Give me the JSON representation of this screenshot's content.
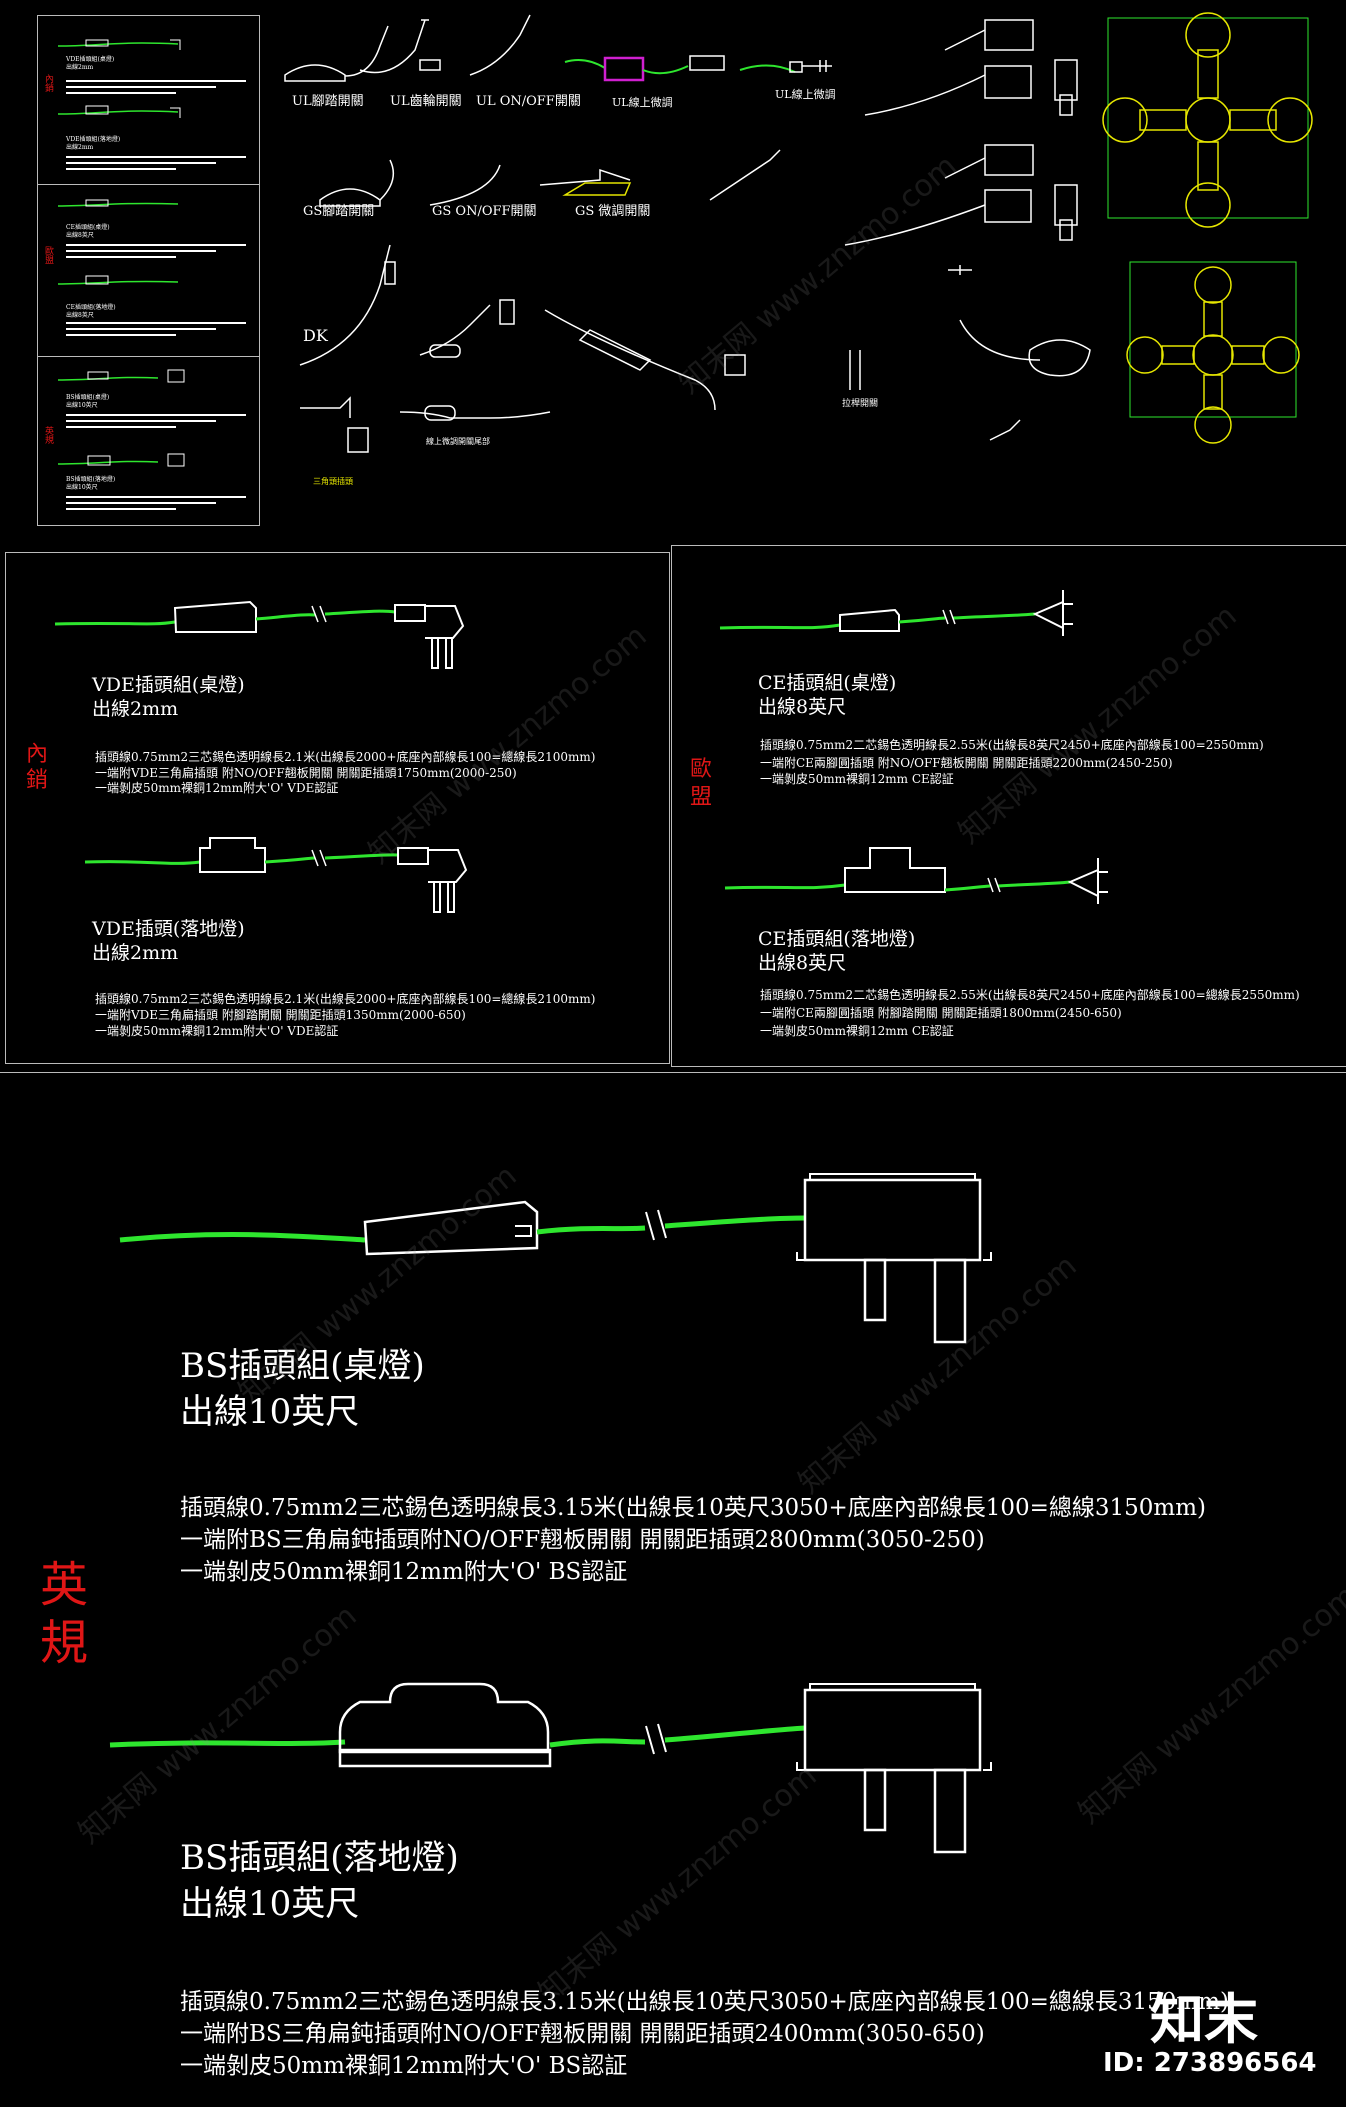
{
  "top_left_panel": {
    "sections": [
      {
        "tag": "內銷",
        "label1": "VDE插頭組(桌燈)",
        "label1b": "出線2mm",
        "label2": "VDE插頭組(落地燈)",
        "label2b": "出線2mm"
      },
      {
        "tag": "歐盟",
        "label1": "CE插頭組(桌燈)",
        "label1b": "出線8英尺",
        "label2": "CE插頭組(落地燈)",
        "label2b": "出線8英尺"
      },
      {
        "tag": "英規",
        "label1": "BS插頭組(桌燈)",
        "label1b": "出線10英尺",
        "label2": "BS插頭組(落地燈)",
        "label2b": "出線10英尺"
      }
    ]
  },
  "top_symbols": {
    "ul_labels": [
      "UL腳踏開關",
      "UL齒輪開關",
      "UL ON/OFF開關",
      "UL線上微調",
      "UL線上微調"
    ],
    "gs_labels": [
      "GS腳踏開關",
      "GS ON/OFF開關",
      "GS 微調開關"
    ],
    "dk_label": "DK",
    "inline_label": "線上微調開關尾部",
    "round_label": "三角頭插頭",
    "pull_label": "拉桿開關"
  },
  "vde": {
    "tag": "內銷",
    "table": {
      "title": "VDE插頭組(桌燈)",
      "subtitle": "出線2mm",
      "notes": [
        "插頭線0.75mm2三芯錫色透明線長2.1米(出線長2000+底座內部線長100=總線長2100mm)",
        "一端附VDE三角扁插頭 附NO/OFF翹板開關 開關距插頭1750mm(2000-250)",
        "一端剝皮50mm裸銅12mm附大'O'  VDE認証"
      ]
    },
    "floor": {
      "title": "VDE插頭(落地燈)",
      "subtitle": "出線2mm",
      "notes": [
        "插頭線0.75mm2三芯錫色透明線長2.1米(出線長2000+底座內部線長100=總線長2100mm)",
        "一端附VDE三角扁插頭 附腳踏開關 開關距插頭1350mm(2000-650)",
        "一端剝皮50mm裸銅12mm附大'O'  VDE認証"
      ]
    }
  },
  "ce": {
    "tag": "歐盟",
    "table": {
      "title": "CE插頭組(桌燈)",
      "subtitle": "出線8英尺",
      "notes": [
        "插頭線0.75mm2二芯錫色透明線長2.55米(出線長8英尺2450+底座內部線長100=2550mm)",
        "一端附CE兩腳圓插頭 附NO/OFF翹板開關 開關距插頭2200mm(2450-250)",
        "一端剝皮50mm裸銅12mm CE認証"
      ]
    },
    "floor": {
      "title": "CE插頭組(落地燈)",
      "subtitle": "出線8英尺",
      "notes": [
        "插頭線0.75mm2二芯錫色透明線長2.55米(出線長8英尺2450+底座內部線長100=總線長2550mm)",
        "一端附CE兩腳圓插頭 附腳踏開關 開關距插頭1800mm(2450-650)",
        "一端剝皮50mm裸銅12mm CE認証"
      ]
    }
  },
  "bs": {
    "tag": "英規",
    "table": {
      "title": "BS插頭組(桌燈)",
      "subtitle": "出線10英尺",
      "notes": [
        "插頭線0.75mm2三芯錫色透明線長3.15米(出線長10英尺3050+底座內部線長100=總線3150mm)",
        "一端附BS三角扁鈍插頭附NO/OFF翹板開關 開關距插頭2800mm(3050-250)",
        "一端剝皮50mm裸銅12mm附大'O'  BS認証"
      ]
    },
    "floor": {
      "title": "BS插頭組(落地燈)",
      "subtitle": "出線10英尺",
      "notes": [
        "插頭線0.75mm2三芯錫色透明線長3.15米(出線長10英尺3050+底座內部線長100=總線長3150mm)",
        "一端附BS三角扁鈍插頭附NO/OFF翹板開關 開關距插頭2400mm(3050-650)",
        "一端剝皮50mm裸銅12mm附大'O'  BS認証"
      ]
    }
  },
  "branding": {
    "logo": "知末",
    "id_text": "ID: 273896564",
    "watermark": "知末网 www.znzmo.com"
  },
  "colors": {
    "cable": "#2ee62e",
    "tag": "#e01616",
    "outline": "#ffffff",
    "accent_yellow": "#e6e600",
    "accent_magenta": "#d020d0"
  }
}
